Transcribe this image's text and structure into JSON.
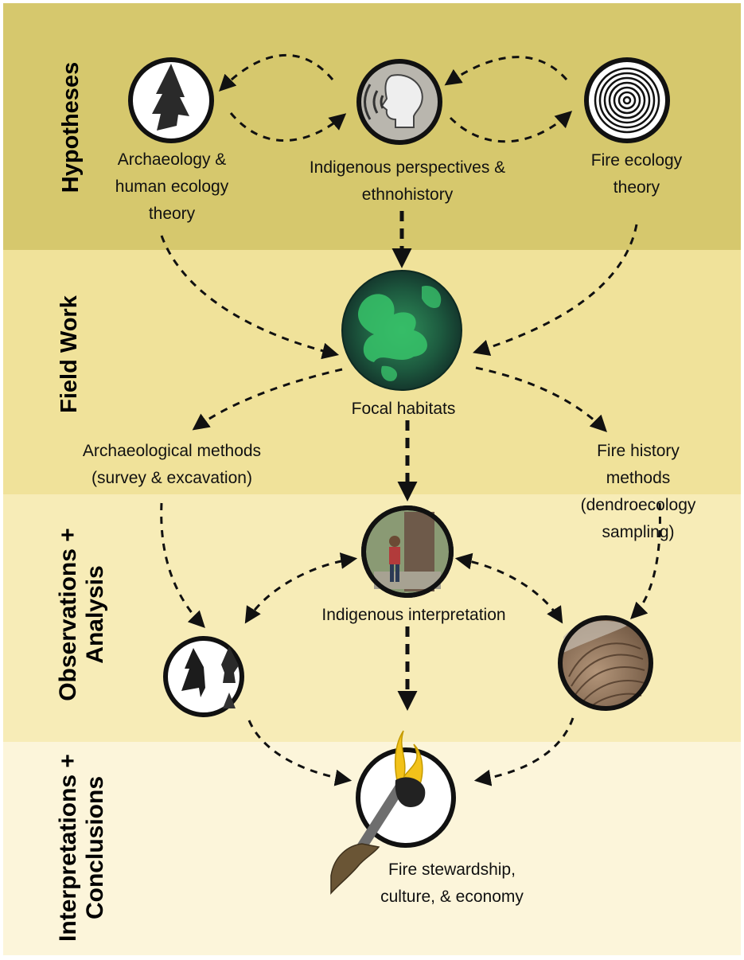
{
  "stages": {
    "hypotheses": "Hypotheses",
    "field_work": "Field Work",
    "observations": "Observations +\nAnalysis",
    "interpretations": "Interpretations +\nConclusions"
  },
  "nodes": {
    "archaeology": "Archaeology &\nhuman ecology\ntheory",
    "indigenous": "Indigenous perspectives &\nethnohistory",
    "fire_ecology": "Fire ecology\ntheory",
    "focal": "Focal habitats",
    "arch_methods": "Archaeological methods\n(survey & excavation)",
    "fire_methods": "Fire history methods\n(dendroecology sampling)",
    "indig_interp": "Indigenous interpretation",
    "conclusion": "Fire stewardship,\nculture, & economy"
  },
  "colors": {
    "hypotheses_band": "#d6c86d",
    "field_band": "#f0e29a",
    "observations_band": "#f7ecb7",
    "interpretations_band": "#fcf5da",
    "flame": "#f2c21a"
  }
}
